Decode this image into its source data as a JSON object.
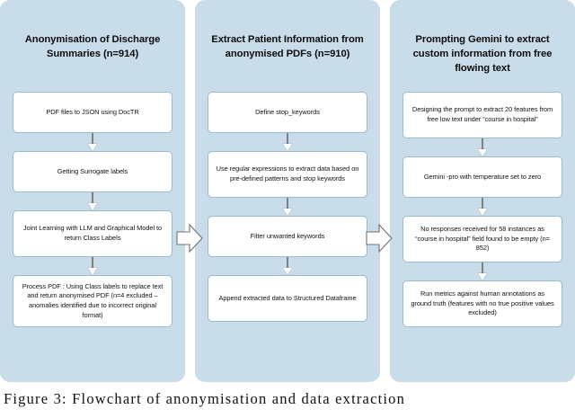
{
  "figure": {
    "caption": "Figure 3: Flowchart of anonymisation and data extraction",
    "panel_color": "#c9dcea",
    "node_color": "#ffffff",
    "node_border_color": "#9ab9d4"
  },
  "columns": [
    {
      "header": "Anonymisation of Discharge Summaries (n=914)",
      "nodes": [
        {
          "text": "PDF files to JSON using DocTR",
          "size": "h1"
        },
        {
          "text": "Getting Surrogate labels",
          "size": "h1"
        },
        {
          "text": "Joint Learning with LLM and Graphical Model to return Class Labels",
          "size": "h2"
        },
        {
          "text": "Process PDF : Using Class labels to replace text and return anonymised PDF (n=4 excluded – anomalies identified due to incorrect original format)",
          "size": "h3"
        }
      ]
    },
    {
      "header": "Extract Patient Information from anonymised PDFs (n=910)",
      "nodes": [
        {
          "text": "Define stop_keywords",
          "size": "h1"
        },
        {
          "text": "Use regular expressions to extract data based on pre-defined patterns and stop keywords",
          "size": "h2"
        },
        {
          "text": "Filter unwanted keywords",
          "size": "h1"
        },
        {
          "text": "Append extracted data to Structured Dataframe",
          "size": "h2"
        }
      ]
    },
    {
      "header": "Prompting Gemini to extract custom information from free flowing text",
      "nodes": [
        {
          "text": "Designing the prompt to extract 20 features from free low text under “course in hospital”",
          "size": "h2"
        },
        {
          "text": "Gemini -pro with temperature set to zero",
          "size": "h1"
        },
        {
          "text": "No responses received for 58 instances as “course in hospital” field found to be empty (n= 852)",
          "size": "h2"
        },
        {
          "text": "Run metrics against human annotations as ground truth (features with no true positive values excluded)",
          "size": "h2"
        }
      ]
    }
  ],
  "inter_column_arrows": [
    {
      "name": "arrow-col1-to-col2"
    },
    {
      "name": "arrow-col2-to-col3"
    }
  ]
}
